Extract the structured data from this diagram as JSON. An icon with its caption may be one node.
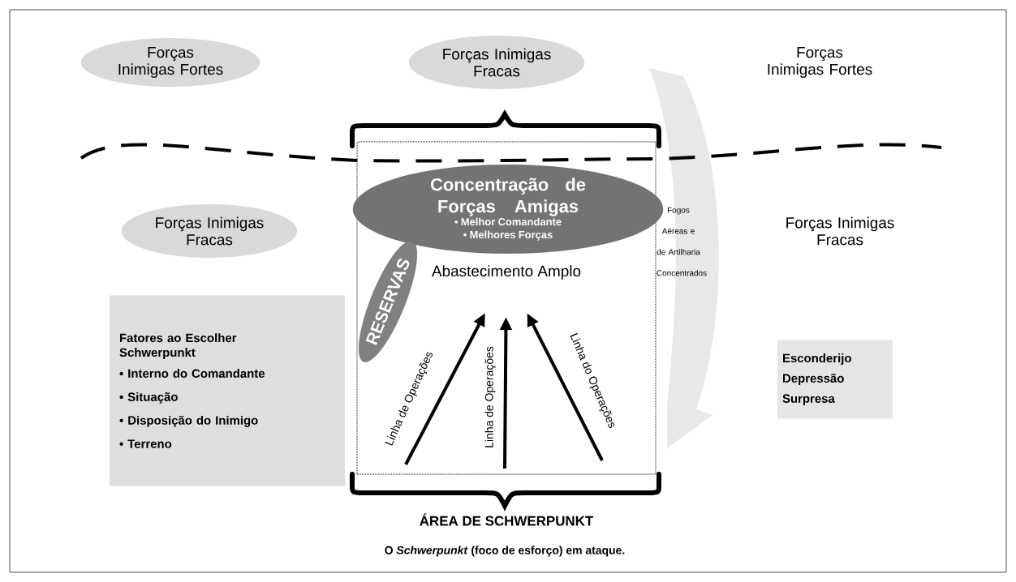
{
  "diagram": {
    "caption": "O *Schwerpunkt* (foco de esforço) em ataque.",
    "nodes": [
      {
        "text": [
          "Forças Inimigas Fortes"
        ]
      },
      {
        "text": [
          "Forças Inimigas Fracas"
        ]
      },
      {
        "text": [
          "Forças Inimigas Fracas"
        ]
      },
      {
        "text": [
          "ÁREA DE SCHWERPUNKT"
        ]
      },
      {
        "text": [
          "Concentração de Forças Amigas",
          "• Melhor Comandante",
          "• Melhores Forças"
        ],
        "in": 3
      },
      {
        "text": [
          "Abastecimento Amplo"
        ],
        "in": 3
      },
      {
        "text": [
          "RESERVAS"
        ],
        "in": 3
      },
      {
        "text": [
          "Fatores ao Escolher Schwerpunkt",
          "• Interno do Comandante",
          "• Situação",
          "• Disposição do Inimigo",
          "• Terreno"
        ]
      },
      {
        "text": [
          "Esconderijo",
          "Depressão",
          "Surpresa"
        ]
      },
      {
        "text": [
          "Fogos Aéreas e de Artilharia Concentrados"
        ]
      }
    ],
    "edges": [
      {
        "from": null,
        "to": 5,
        "arrow": "to",
        "label": "Linha de Operações"
      },
      {
        "from": null,
        "to": 5,
        "arrow": "to",
        "label": "Linha de Operações"
      },
      {
        "from": null,
        "to": 5,
        "arrow": "to",
        "label": "Linha do Operações"
      }
    ],
    "labels": [
      "Forças Inimigas Fortes",
      "Forças Inimigas Fracas"
    ]
  }
}
